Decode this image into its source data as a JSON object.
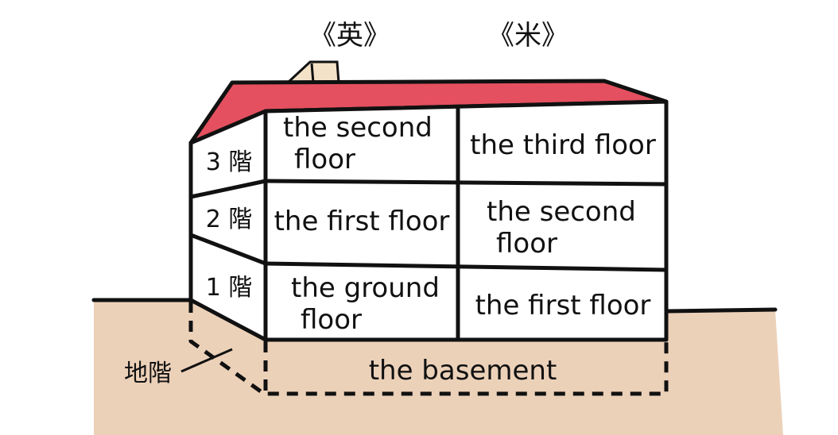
{
  "headers": {
    "british": "《英》",
    "american": "《米》"
  },
  "floors_jp": {
    "third": "3 階",
    "second": "2 階",
    "first": "1 階",
    "basement": "地階"
  },
  "british": {
    "top_line1": "the second",
    "top_line2": "floor",
    "middle": "the first floor",
    "bottom_line1": "the ground",
    "bottom_line2": "floor"
  },
  "american": {
    "top": "the third floor",
    "middle_line1": "the second",
    "middle_line2": "floor",
    "bottom": "the first floor"
  },
  "basement": {
    "label": "the basement"
  },
  "colors": {
    "roof": "#e4505f",
    "ground": "#ecd1b9",
    "chimney": "#f3e2c8",
    "outline": "#111111",
    "wall": "#ffffff"
  }
}
